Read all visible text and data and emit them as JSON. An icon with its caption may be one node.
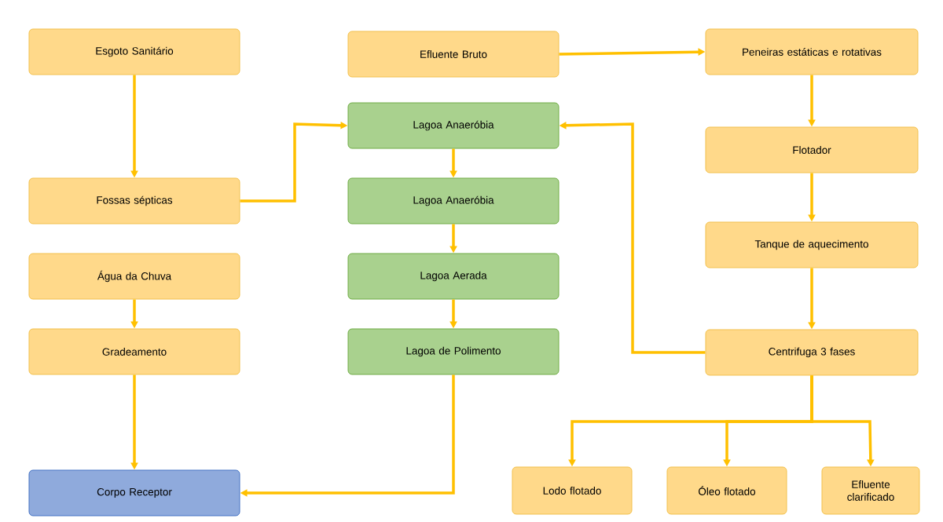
{
  "diagram": {
    "nodes": [
      {
        "text": [
          "Esgoto Sanitário"
        ]
      },
      {
        "text": [
          "Fossas sépticas"
        ]
      },
      {
        "text": [
          "Água da Chuva"
        ]
      },
      {
        "text": [
          "Gradeamento"
        ]
      },
      {
        "text": [
          "Corpo Receptor"
        ]
      },
      {
        "text": [
          "Efluente Bruto"
        ]
      },
      {
        "text": [
          "Lagoa Anaeróbia"
        ]
      },
      {
        "text": [
          "Lagoa Anaeróbia"
        ]
      },
      {
        "text": [
          "Lagoa Aerada"
        ]
      },
      {
        "text": [
          "Lagoa de Polimento"
        ]
      },
      {
        "text": [
          "Peneiras estáticas e rotativas"
        ]
      },
      {
        "text": [
          "Flotador"
        ]
      },
      {
        "text": [
          "Tanque de aquecimento"
        ]
      },
      {
        "text": [
          "Centrifuga 3 fases"
        ]
      },
      {
        "text": [
          "Lodo flotado"
        ]
      },
      {
        "text": [
          "Óleo flotado"
        ]
      },
      {
        "text": [
          "Efluente clarificado"
        ]
      }
    ],
    "edges": [
      {
        "from": 0,
        "to": 1,
        "arrow": "to"
      },
      {
        "from": 1,
        "to": 6,
        "arrow": "to"
      },
      {
        "from": 2,
        "to": 3,
        "arrow": "to"
      },
      {
        "from": 3,
        "to": 4,
        "arrow": "to"
      },
      {
        "from": 5,
        "to": 10,
        "arrow": "to"
      },
      {
        "from": 6,
        "to": 7,
        "arrow": "to"
      },
      {
        "from": 7,
        "to": 8,
        "arrow": "to"
      },
      {
        "from": 8,
        "to": 9,
        "arrow": "to"
      },
      {
        "from": 9,
        "to": 4,
        "arrow": "to"
      },
      {
        "from": 10,
        "to": 11,
        "arrow": "to"
      },
      {
        "from": 11,
        "to": 12,
        "arrow": "to"
      },
      {
        "from": 12,
        "to": 13,
        "arrow": "to"
      },
      {
        "from": 13,
        "to": 6,
        "arrow": "to"
      },
      {
        "from": 13,
        "to": 14,
        "arrow": "to"
      },
      {
        "from": 13,
        "to": 15,
        "arrow": "to"
      },
      {
        "from": 13,
        "to": 16,
        "arrow": "to"
      }
    ]
  }
}
